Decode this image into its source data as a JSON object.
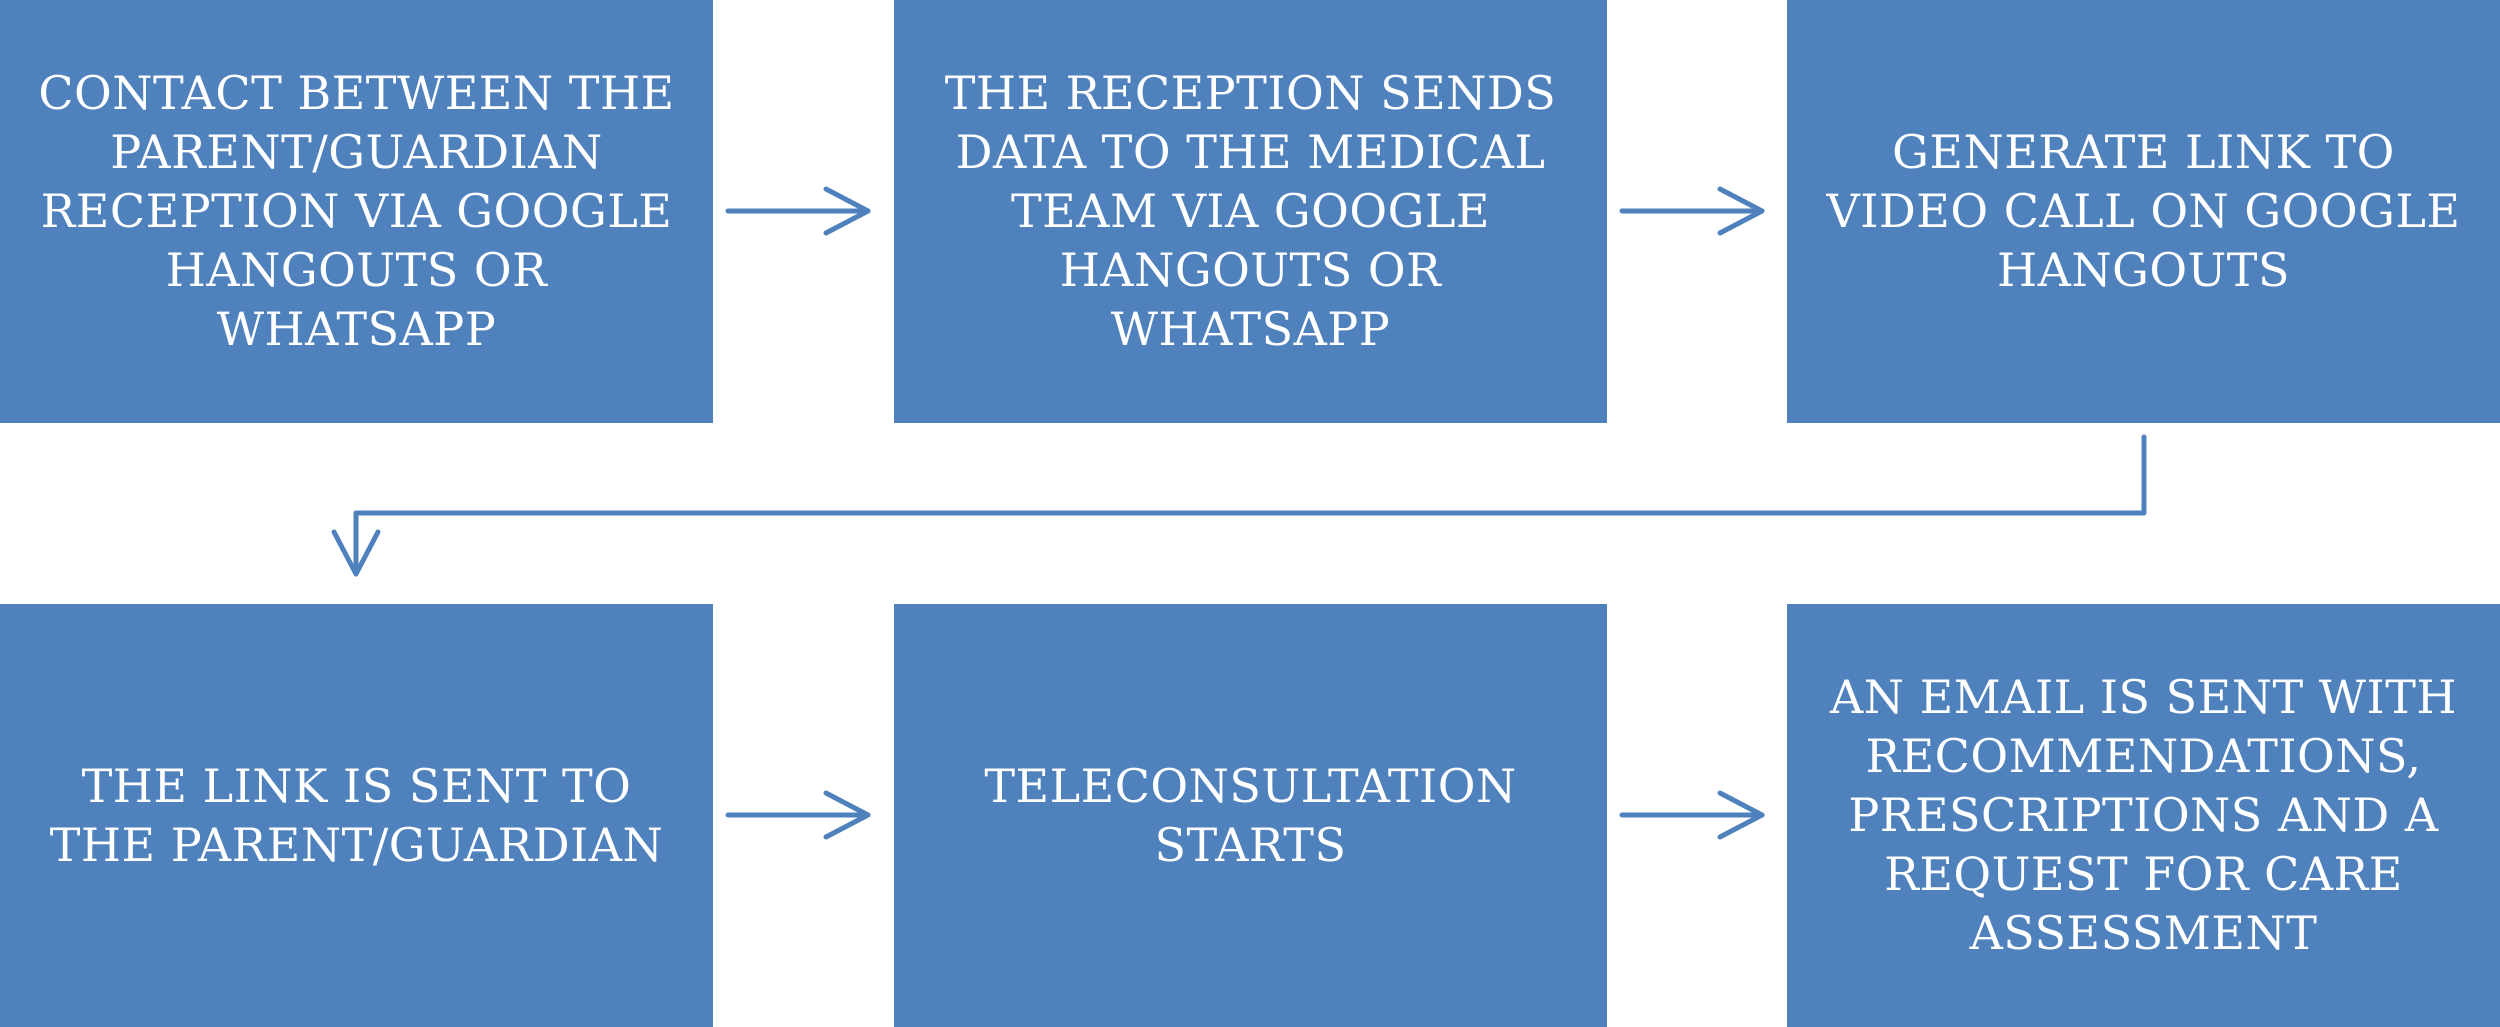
{
  "colors": {
    "box_fill": "#4f81bd",
    "box_text": "#ffffff",
    "arrow": "#4f81bd",
    "background": "#ffffff"
  },
  "steps": [
    {
      "text": "CONTACT BETWEEN THE PARENT/GUARDIAN RECEPTION VIA GOOGLE HANGOUTS OR WHATSAPP"
    },
    {
      "text": "THE RECEPTION SENDS DATA TO THE MEDICAL TEAM VIA GOOGLE HANGOUTS OR WHATSAPP"
    },
    {
      "text": "GENERATE LINK TO VIDEO CALL ON GOOGLE HANGOUTS"
    },
    {
      "text": "THE LINK IS SENT TO THE PARENT/GUARDIAN"
    },
    {
      "text": "TELECONSULTATION STARTS"
    },
    {
      "text": "AN EMAIL IS SENT WITH RECOMMENDATIONS, PRESCRIPTIONS AND A REQUEST FOR CARE ASSESSMENT"
    }
  ],
  "connectors": [
    {
      "from": 1,
      "to": 2,
      "icon": "arrow-right-icon"
    },
    {
      "from": 2,
      "to": 3,
      "icon": "arrow-right-icon"
    },
    {
      "from": 3,
      "to": 4,
      "icon": "elbow-arrow-down-icon"
    },
    {
      "from": 4,
      "to": 5,
      "icon": "arrow-right-icon"
    },
    {
      "from": 5,
      "to": 6,
      "icon": "arrow-right-icon"
    }
  ]
}
